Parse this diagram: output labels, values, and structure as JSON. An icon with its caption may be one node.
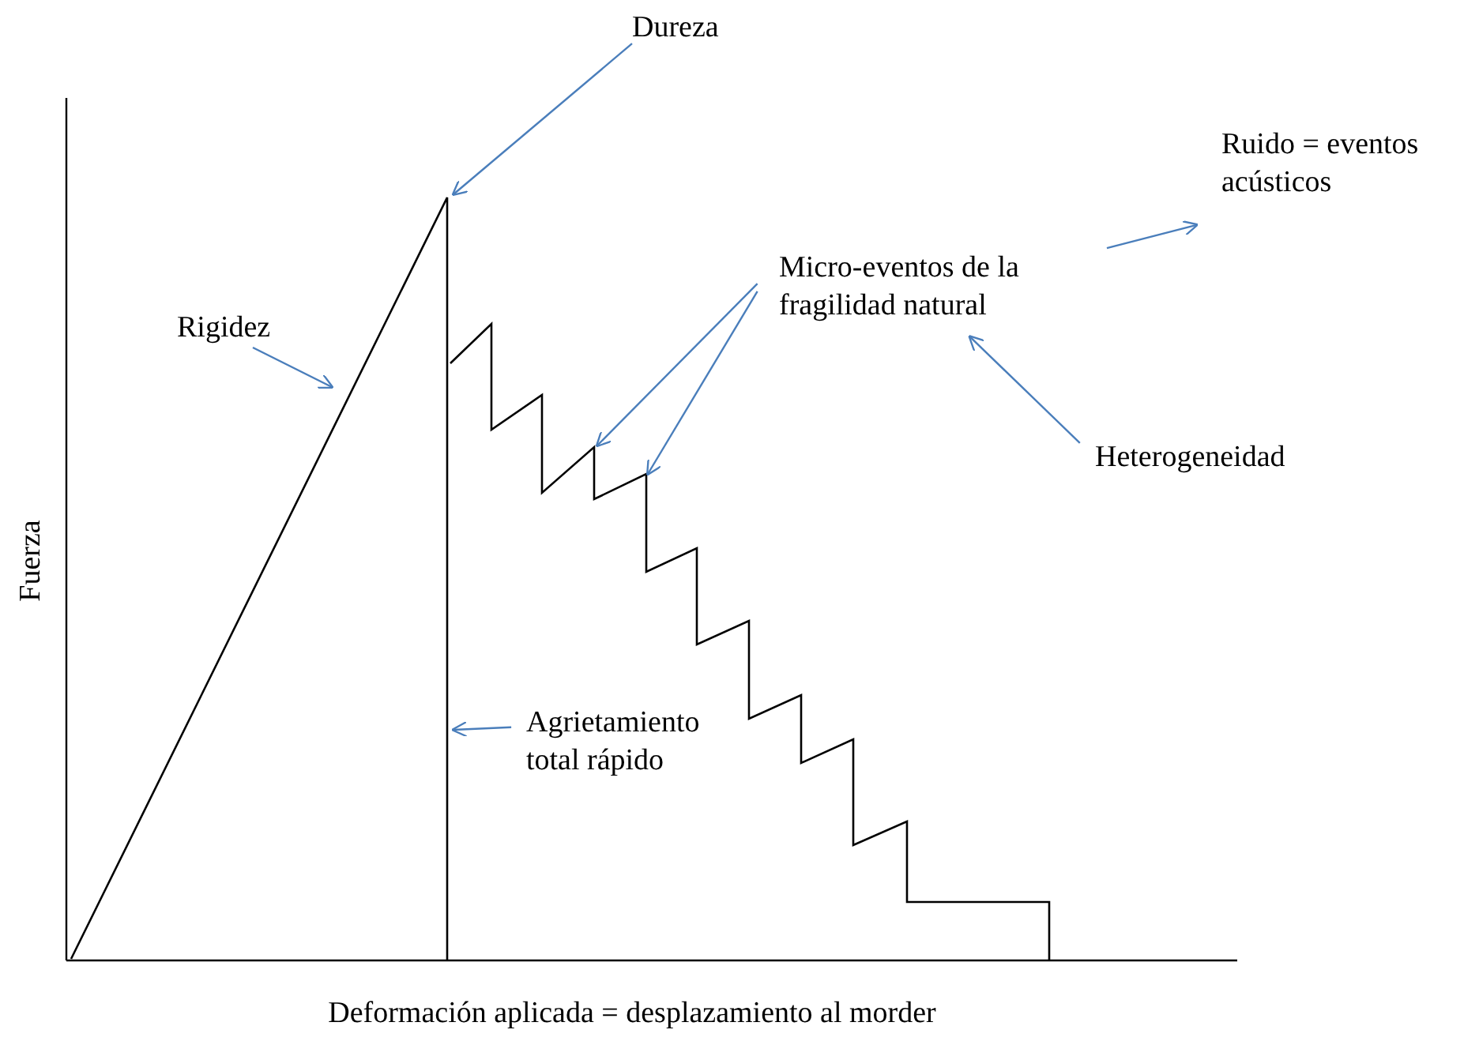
{
  "diagram": {
    "nodes": [
      {
        "text": [
          "Dureza"
        ]
      },
      {
        "text": [
          "Rigidez"
        ]
      },
      {
        "text": [
          "Micro-eventos de la fragilidad natural"
        ]
      },
      {
        "text": [
          "Heterogeneidad"
        ]
      },
      {
        "text": [
          "Ruido = eventos acústicos"
        ]
      },
      {
        "text": [
          "Agrietamiento total rápido"
        ]
      }
    ],
    "edges": [
      {
        "from": 0,
        "to": null,
        "arrow": "to"
      },
      {
        "from": 1,
        "to": null,
        "arrow": "to"
      },
      {
        "from": 2,
        "to": null,
        "arrow": "to"
      },
      {
        "from": 2,
        "to": null,
        "arrow": "to"
      },
      {
        "from": 3,
        "to": 2,
        "arrow": "to"
      },
      {
        "from": 2,
        "to": 4,
        "arrow": "to"
      },
      {
        "from": 5,
        "to": null,
        "arrow": "to"
      }
    ],
    "labels": [
      "Fuerza",
      "Deformación aplicada = desplazamiento al morder"
    ]
  }
}
